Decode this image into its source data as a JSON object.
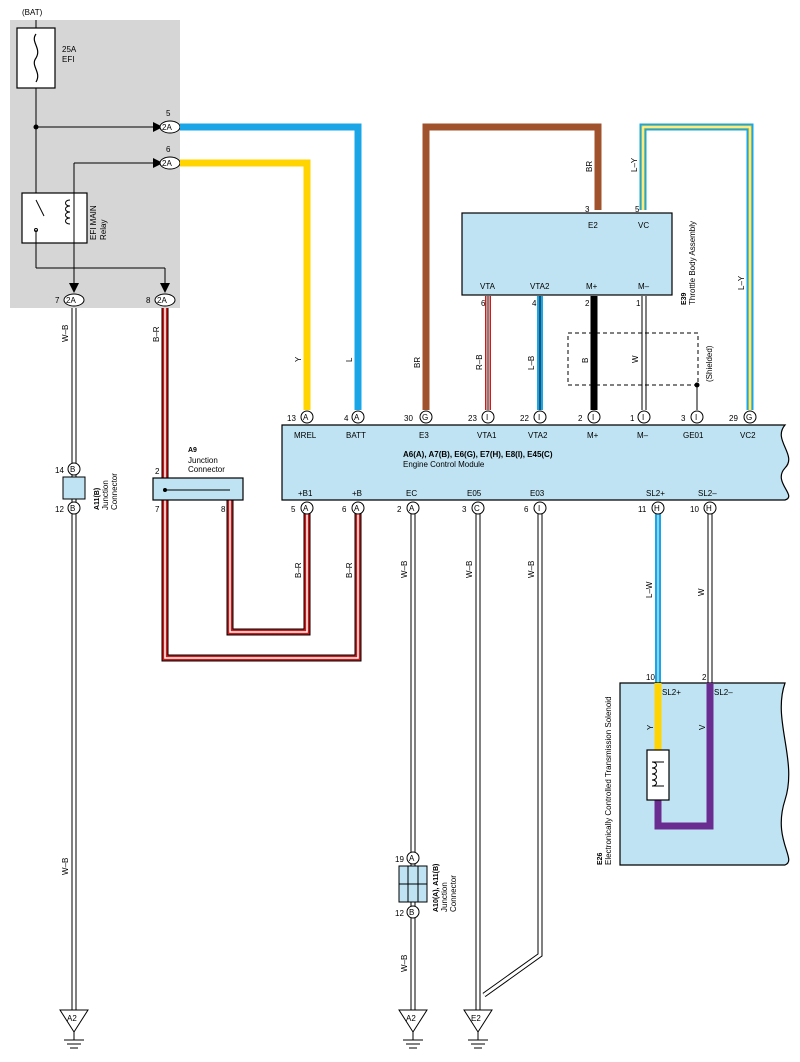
{
  "fuse_box": {
    "bat_label": "(BAT)",
    "fuse_rating": "25A",
    "fuse_name": "EFI",
    "relay_line1": "EFI MAIN",
    "relay_line2": "Relay",
    "connector": "2A",
    "pins": [
      "5",
      "6",
      "7",
      "8"
    ]
  },
  "ecm": {
    "title": "A6(A), A7(B), E6(G), E7(H), E8(I), E45(C)",
    "subtitle": "Engine Control Module",
    "top_terminals": [
      {
        "pin": "13",
        "conn": "A",
        "name": "MREL"
      },
      {
        "pin": "4",
        "conn": "A",
        "name": "BATT"
      },
      {
        "pin": "30",
        "conn": "G",
        "name": "E3"
      },
      {
        "pin": "23",
        "conn": "I",
        "name": "VTA1"
      },
      {
        "pin": "22",
        "conn": "I",
        "name": "VTA2"
      },
      {
        "pin": "2",
        "conn": "I",
        "name": "M+"
      },
      {
        "pin": "1",
        "conn": "I",
        "name": "M–"
      },
      {
        "pin": "3",
        "conn": "I",
        "name": "GE01"
      },
      {
        "pin": "29",
        "conn": "G",
        "name": "VC2"
      }
    ],
    "bottom_terminals": [
      {
        "pin": "5",
        "conn": "A",
        "name": "+B1"
      },
      {
        "pin": "6",
        "conn": "A",
        "name": "+B"
      },
      {
        "pin": "2",
        "conn": "A",
        "name": "EC"
      },
      {
        "pin": "3",
        "conn": "C",
        "name": "E05"
      },
      {
        "pin": "6",
        "conn": "I",
        "name": "E03"
      },
      {
        "pin": "11",
        "conn": "H",
        "name": "SL2+"
      },
      {
        "pin": "10",
        "conn": "H",
        "name": "SL2–"
      }
    ]
  },
  "throttle": {
    "code": "E39",
    "name": "Throttle Body Assembly",
    "top_pins": [
      {
        "pin": "3",
        "name": "E2"
      },
      {
        "pin": "5",
        "name": "VC"
      }
    ],
    "bottom_pins": [
      {
        "pin": "6",
        "name": "VTA"
      },
      {
        "pin": "4",
        "name": "VTA2"
      },
      {
        "pin": "2",
        "name": "M+"
      },
      {
        "pin": "1",
        "name": "M–"
      }
    ],
    "shielded": "(Shielded)"
  },
  "solenoid": {
    "code": "E26",
    "name": "Electronically Controlled Transmission Solenoid",
    "pins": [
      {
        "pin": "10",
        "name": "SL2+"
      },
      {
        "pin": "2",
        "name": "SL2–"
      }
    ],
    "wire_left": "Y",
    "wire_right": "V"
  },
  "junctions": {
    "a9_code": "A9",
    "a9_name": "Junction",
    "a9_name2": "Connector",
    "a9_pins": [
      "2",
      "7",
      "8"
    ],
    "left_code": "A11(B)",
    "left_name": "Junction",
    "left_name2": "Connector",
    "left_pins": [
      {
        "pin": "14",
        "conn": "B"
      },
      {
        "pin": "12",
        "conn": "B"
      }
    ],
    "mid_code": "A10(A), A11(B)",
    "mid_name": "Junction",
    "mid_name2": "Connector",
    "mid_pins": [
      {
        "pin": "19",
        "conn": "A"
      },
      {
        "pin": "12",
        "conn": "B"
      }
    ]
  },
  "wires": {
    "w_b": "W–B",
    "b_r": "B–R",
    "y": "Y",
    "l": "L",
    "br": "BR",
    "r_b": "R–B",
    "l_b": "L–B",
    "b": "B",
    "w": "W",
    "l_y": "L–Y",
    "l_w": "L–W"
  },
  "grounds": [
    "A2",
    "A2",
    "E2"
  ],
  "colors": {
    "blue": "#1aa6e6",
    "yellow": "#ffd400",
    "brown": "#a0522d",
    "red": "#d01a1a",
    "purple": "#6a2c91",
    "ecm_fill": "#bfe3f2",
    "box_fill": "#d6d6d6"
  }
}
